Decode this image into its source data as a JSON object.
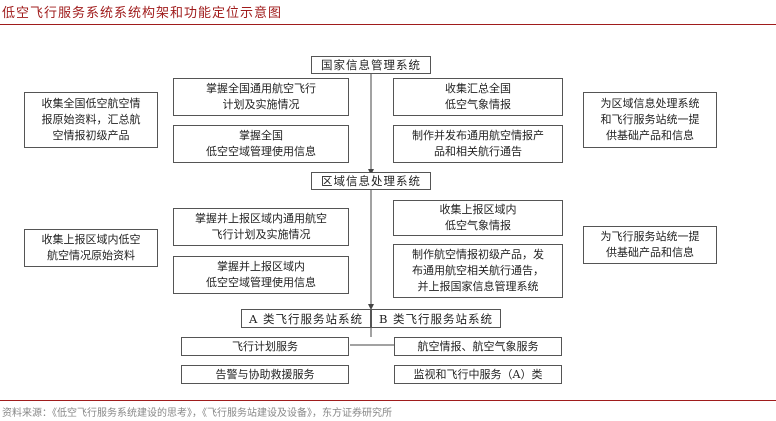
{
  "title": "低空飞行服务系统系统构架和功能定位示意图",
  "national": {
    "label": "国家信息管理系统",
    "left": [
      "掌握全国通用航空飞行\n计划及实施情况",
      "掌握全国\n低空空域管理使用信息"
    ],
    "right": [
      "收集汇总全国\n低空气象情报",
      "制作并发布通用航空情报产\n品和相关航行通告"
    ],
    "side_left": "收集全国低空航空情\n报原始资料，汇总航\n空情报初级产品",
    "side_right": "为区域信息处理系统\n和飞行服务站统一提\n供基础产品和信息"
  },
  "regional": {
    "label": "区域信息处理系统",
    "left": [
      "掌握并上报区域内通用航空\n飞行计划及实施情况",
      "掌握并上报区域内\n低空空域管理使用信息"
    ],
    "right": [
      "收集上报区域内\n低空气象情报",
      "制作航空情报初级产品，发\n布通用航空相关航行通告，\n并上报国家信息管理系统"
    ],
    "side_left": "收集上报区域内低空\n航空情况原始资料",
    "side_right": "为飞行服务站统一提\n供基础产品和信息"
  },
  "stations": {
    "a_label": "A 类飞行服务站系统",
    "b_label": "B 类飞行服务站系统",
    "a_items": [
      "飞行计划服务",
      "告警与协助救援服务"
    ],
    "b_items": [
      "航空情报、航空气象服务",
      "监视和飞行中服务（A）类"
    ]
  },
  "footer": "资料来源：《低空飞行服务系统建设的思考》，《飞行服务站建设及设备》，东方证券研究所"
}
